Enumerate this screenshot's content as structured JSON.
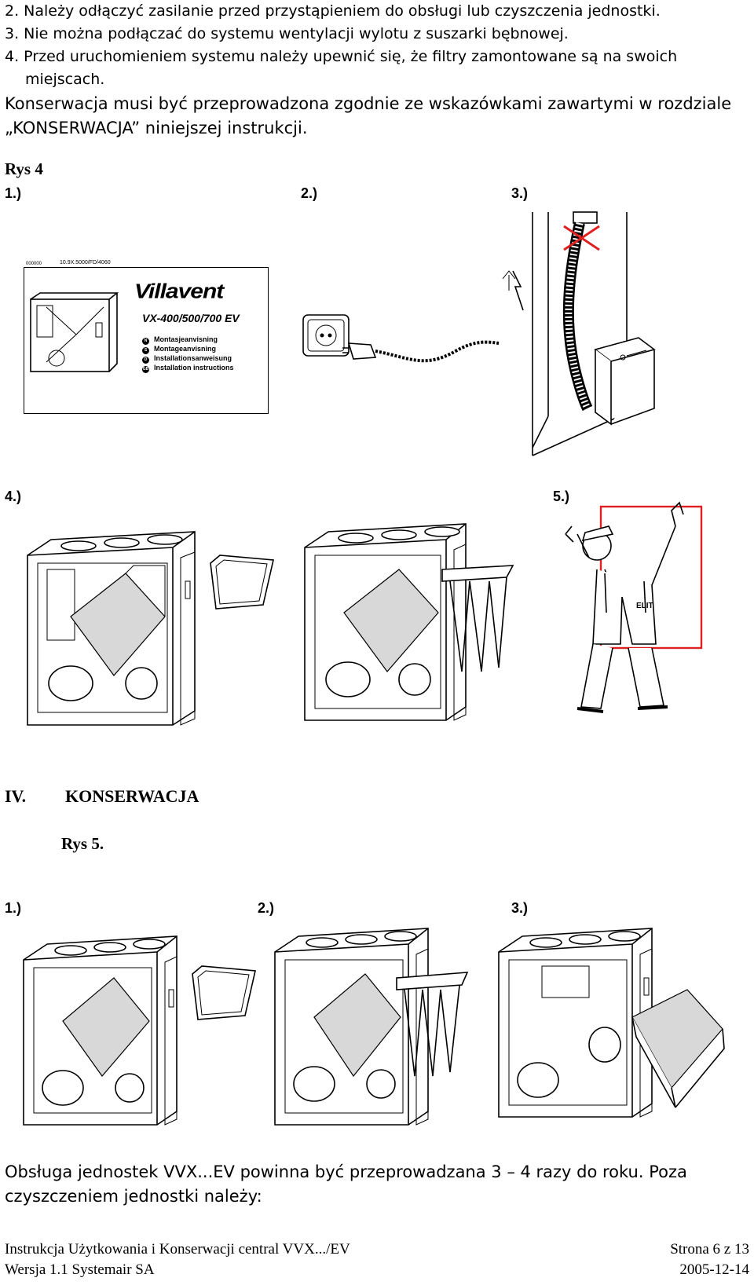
{
  "list_items": [
    "2. Należy odłączyć zasilanie przed przystąpieniem do obsługi lub czyszczenia jednostki.",
    "3. Nie można podłączać do systemu wentylacji wylotu z suszarki bębnowej.",
    "4. Przed uruchomieniem systemu należy upewnić się, że filtry zamontowane są na swoich",
    "miejscach."
  ],
  "paragraph_lines": [
    "Konserwacja musi być przeprowadzona zgodnie ze wskazówkami zawartymi w rozdziale",
    "„KONSERWACJA” niniejszej instrukcji."
  ],
  "figure4": {
    "label": "Rys 4",
    "steps": [
      "1.)",
      "2.)",
      "3.)",
      "4.)",
      "5.)"
    ],
    "manual_cover": {
      "doc_code_left": "000000",
      "doc_code_right": "10.9X.5000/FD/4060",
      "brand": "Villavent",
      "model": "VX-400/500/700 EV",
      "languages": [
        {
          "code": "N",
          "text": "Montasjeanvisning"
        },
        {
          "code": "S",
          "text": "Montageanvisning"
        },
        {
          "code": "D",
          "text": "Installationsanweisung"
        },
        {
          "code": "GB",
          "text": "Installation instructions"
        }
      ]
    },
    "worker_label": "ELIT"
  },
  "section": {
    "number": "IV.",
    "title": "KONSERWACJA"
  },
  "figure5": {
    "label": "Rys 5.",
    "steps": [
      "1.)",
      "2.)",
      "3.)"
    ]
  },
  "closing_lines": [
    "Obsługa jednostek VVX...EV powinna być przeprowadzana 3 – 4 razy do roku. Poza",
    "czyszczeniem jednostki należy:"
  ],
  "footer": {
    "doc_title": "Instrukcja Użytkowania i Konserwacji central VVX.../EV",
    "page": "Strona 6 z 13",
    "version": "Wersja 1.1 Systemair SA",
    "date": "2005-12-14"
  },
  "colors": {
    "forbidden_cross": "#e02020",
    "panel_highlight": "#e02020",
    "ink": "#000000"
  }
}
